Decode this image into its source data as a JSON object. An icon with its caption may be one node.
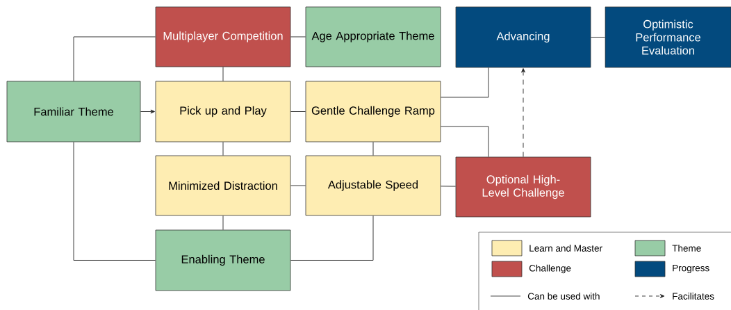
{
  "diagram": {
    "nodes": [
      {
        "text": [
          "Multiplayer Competition"
        ]
      },
      {
        "text": [
          "Age Appropriate Theme"
        ]
      },
      {
        "text": [
          "Advancing"
        ]
      },
      {
        "text": [
          "Optimistic Performance Evaluation"
        ]
      },
      {
        "text": [
          "Familiar Theme"
        ]
      },
      {
        "text": [
          "Pick up and Play"
        ]
      },
      {
        "text": [
          "Gentle Challenge Ramp"
        ]
      },
      {
        "text": [
          "Minimized Distraction"
        ]
      },
      {
        "text": [
          "Adjustable Speed"
        ]
      },
      {
        "text": [
          "Optional High-Level Challenge"
        ]
      },
      {
        "text": [
          "Enabling Theme"
        ]
      }
    ],
    "edges": [
      {
        "from": 4,
        "to": 0,
        "arrow": "none"
      },
      {
        "from": 4,
        "to": 5,
        "arrow": "to"
      },
      {
        "from": 4,
        "to": 10,
        "arrow": "none"
      },
      {
        "from": 0,
        "to": 1,
        "arrow": "none"
      },
      {
        "from": 0,
        "to": 5,
        "arrow": "none"
      },
      {
        "from": 5,
        "to": 6,
        "arrow": "none"
      },
      {
        "from": 5,
        "to": 7,
        "arrow": "none"
      },
      {
        "from": 7,
        "to": 10,
        "arrow": "none"
      },
      {
        "from": 7,
        "to": 8,
        "arrow": "none"
      },
      {
        "from": 6,
        "to": 8,
        "arrow": "none"
      },
      {
        "from": 8,
        "to": 10,
        "arrow": "none"
      },
      {
        "from": 8,
        "to": 9,
        "arrow": "none"
      },
      {
        "from": 6,
        "to": 2,
        "arrow": "none"
      },
      {
        "from": 6,
        "to": 9,
        "arrow": "none"
      },
      {
        "from": 2,
        "to": 3,
        "arrow": "none"
      },
      {
        "from": 9,
        "to": 2,
        "arrow": "to",
        "style": "dashed"
      }
    ],
    "legend": [
      {
        "text": "Learn and Master",
        "color": "#feedb2"
      },
      {
        "text": "Theme",
        "color": "#98cca6"
      },
      {
        "text": "Challenge",
        "color": "#c0504d"
      },
      {
        "text": "Progress",
        "color": "#034a7e"
      },
      {
        "text": "Can be used with"
      },
      {
        "text": "Facilitates"
      }
    ]
  }
}
